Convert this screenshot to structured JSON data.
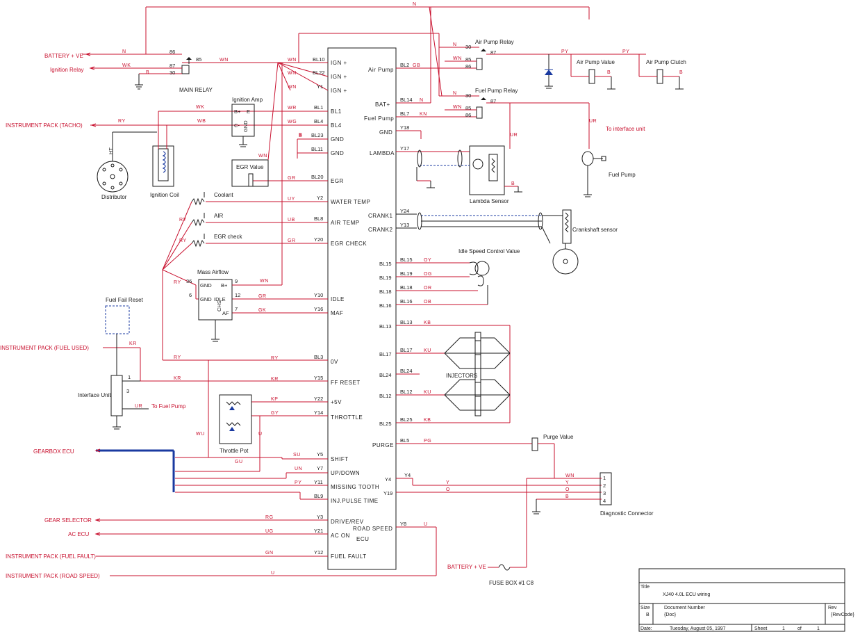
{
  "external_connections": [
    {
      "key": "battery",
      "label": "BATTERY + VE"
    },
    {
      "key": "ignition_relay",
      "label": "Ignition Relay"
    },
    {
      "key": "inst_tacho",
      "label": "INSTRUMENT PACK (TACHO)"
    },
    {
      "key": "inst_fuel_used",
      "label": "INSTRUMENT PACK (FUEL USED)"
    },
    {
      "key": "gearbox_ecu",
      "label": "GEARBOX ECU"
    },
    {
      "key": "gear_selector",
      "label": "GEAR SELECTOR"
    },
    {
      "key": "ac_ecu",
      "label": "AC ECU"
    },
    {
      "key": "inst_fuel_fault",
      "label": "INSTRUMENT PACK (FUEL FAULT)"
    },
    {
      "key": "inst_road_speed",
      "label": "INSTRUMENT PACK (ROAD SPEED)"
    }
  ],
  "ecu": {
    "label": "ECU",
    "left_pins": [
      {
        "pin": "BL10",
        "func": "IGN +",
        "wire": "WN"
      },
      {
        "pin": "BL22",
        "func": "IGN +",
        "wire": "WN"
      },
      {
        "pin": "Y1",
        "func": "IGN +",
        "wire": "WN"
      },
      {
        "pin": "BL1",
        "func": "BL1",
        "wire": "WR"
      },
      {
        "pin": "BL4",
        "func": "BL4",
        "wire": "WG"
      },
      {
        "pin": "BL23",
        "func": "GND",
        "wire": "B"
      },
      {
        "pin": "BL11",
        "func": "GND",
        "wire": ""
      },
      {
        "pin": "BL20",
        "func": "EGR",
        "wire": "GR"
      },
      {
        "pin": "Y2",
        "func": "WATER TEMP",
        "wire": "UY"
      },
      {
        "pin": "BL8",
        "func": "AIR TEMP",
        "wire": "UB"
      },
      {
        "pin": "Y20",
        "func": "EGR CHECK",
        "wire": "GR"
      },
      {
        "pin": "Y10",
        "func": "IDLE",
        "wire": "GR"
      },
      {
        "pin": "Y16",
        "func": "MAF",
        "wire": "GK"
      },
      {
        "pin": "BL3",
        "func": "0V",
        "wire": "RY"
      },
      {
        "pin": "Y15",
        "func": "FF RESET",
        "wire": "KR"
      },
      {
        "pin": "Y22",
        "func": "+5V",
        "wire": "KP"
      },
      {
        "pin": "Y14",
        "func": "THROTTLE",
        "wire": "GY"
      },
      {
        "pin": "Y5",
        "func": "SHIFT",
        "wire": "SU"
      },
      {
        "pin": "Y7",
        "func": "UP/DOWN",
        "wire": "UN"
      },
      {
        "pin": "Y11",
        "func": "MISSING TOOTH",
        "wire": "PY"
      },
      {
        "pin": "BL9",
        "func": "INJ.PULSE TIME",
        "wire": ""
      },
      {
        "pin": "Y3",
        "func": "DRIVE/REV",
        "wire": "RG"
      },
      {
        "pin": "Y21",
        "func": "AC ON",
        "wire": "UG"
      },
      {
        "pin": "Y12",
        "func": "FUEL FAULT",
        "wire": "GN"
      },
      {
        "pin": "",
        "func": "",
        "wire": "U"
      }
    ],
    "right_pins": [
      {
        "pin": "BL2",
        "func": "Air Pump",
        "wire": "GB"
      },
      {
        "pin": "BL14",
        "func": "BAT+",
        "wire": "N"
      },
      {
        "pin": "BL7",
        "func": "Fuel Pump",
        "wire": "KN"
      },
      {
        "pin": "Y18",
        "func": "GND",
        "wire": ""
      },
      {
        "pin": "Y17",
        "func": "LAMBDA",
        "wire": ""
      },
      {
        "pin": "Y24",
        "func": "CRANK1",
        "wire": ""
      },
      {
        "pin": "Y13",
        "func": "CRANK2",
        "wire": ""
      },
      {
        "pin": "BL15",
        "func": "",
        "wire": "OY"
      },
      {
        "pin": "BL19",
        "func": "",
        "wire": "OG"
      },
      {
        "pin": "BL18",
        "func": "",
        "wire": "OR"
      },
      {
        "pin": "BL16",
        "func": "",
        "wire": "OB"
      },
      {
        "pin": "BL13",
        "func": "",
        "wire": "KB"
      },
      {
        "pin": "BL17",
        "func": "",
        "wire": "KU"
      },
      {
        "pin": "BL24",
        "func": "",
        "wire": ""
      },
      {
        "pin": "BL12",
        "func": "",
        "wire": "KU"
      },
      {
        "pin": "BL25",
        "func": "",
        "wire": "KB"
      },
      {
        "pin": "BL5",
        "func": "PURGE",
        "wire": "PG"
      },
      {
        "pin": "Y4",
        "func": "",
        "wire": "Y"
      },
      {
        "pin": "Y19",
        "func": "",
        "wire": "O"
      },
      {
        "pin": "Y8",
        "func": "ROAD SPEED",
        "wire": "U"
      }
    ]
  },
  "components": {
    "main_relay": {
      "label": "MAIN RELAY",
      "pins": [
        "86",
        "87",
        "30",
        "85"
      ]
    },
    "ignition_amp": {
      "label": "Ignition Amp",
      "pins": [
        "B+",
        "E",
        "C-",
        "GND"
      ]
    },
    "egr_valve": {
      "label": "EGR Value"
    },
    "distributor": {
      "label": "Distributor",
      "marker": "HT"
    },
    "ignition_coil": {
      "label": "Ignition Coil"
    },
    "coolant": {
      "label": "Coolant"
    },
    "air": {
      "label": "AIR"
    },
    "egr_check": {
      "label": "EGR check"
    },
    "mass_airflow": {
      "label": "Mass Airflow",
      "pins": [
        "36",
        "9",
        "6",
        "12",
        "7"
      ],
      "inner": [
        "GND",
        "B+",
        "GND",
        "IDLE",
        "CHS",
        "AF"
      ]
    },
    "fuel_fail_reset": {
      "label": "Fuel Fail Reset"
    },
    "interface_unit": {
      "label": "Interface Unit",
      "pins": [
        "1",
        "3"
      ],
      "note": "UR",
      "to": "To Fuel Pump"
    },
    "throttle_pot": {
      "label": "Throttle Pot"
    },
    "air_pump_relay": {
      "label": "Air Pump Relay",
      "pins": [
        "30",
        "87",
        "85",
        "86"
      ]
    },
    "fuel_pump_relay": {
      "label": "Fuel Pump Relay",
      "pins": [
        "30",
        "87",
        "85",
        "86"
      ]
    },
    "air_pump_value": {
      "label": "Air Pump Value"
    },
    "air_pump_clutch": {
      "label": "Air Pump Clutch"
    },
    "to_interface_unit": {
      "label": "To interface unit"
    },
    "fuel_pump": {
      "label": "Fuel Pump"
    },
    "lambda_sensor": {
      "label": "Lambda Sensor"
    },
    "crankshaft_sensor": {
      "label": "Crankshaft sensor"
    },
    "idle_speed_control": {
      "label": "Idle Speed Control Value"
    },
    "injectors": {
      "label": "INJECTORS"
    },
    "purge_value": {
      "label": "Purge Value"
    },
    "diagnostic_connector": {
      "label": "Diagnostic Connector",
      "pins": [
        "1",
        "2",
        "3",
        "4"
      ]
    },
    "fuse_box": {
      "label": "FUSE BOX #1 C8",
      "supply": "BATTERY + VE"
    }
  },
  "wire_codes_misc": [
    "N",
    "WN",
    "WK",
    "RY",
    "WB",
    "B",
    "UR",
    "PY",
    "GB",
    "KR",
    "GU",
    "WU",
    "SU",
    "UN",
    "Y",
    "O",
    "U"
  ],
  "title_block": {
    "title_label": "Title",
    "title": "XJ40 4.0L ECU wiring",
    "size_label": "Size",
    "size": "B",
    "doc_label": "Document Number",
    "doc": "{Doc}",
    "rev_label": "Rev",
    "rev": "{RevCode}",
    "date_label": "Date:",
    "date": "Tuesday, August 05, 1997",
    "sheet_label": "Sheet",
    "sheet": "1",
    "of_label": "of",
    "sheets": "1"
  }
}
